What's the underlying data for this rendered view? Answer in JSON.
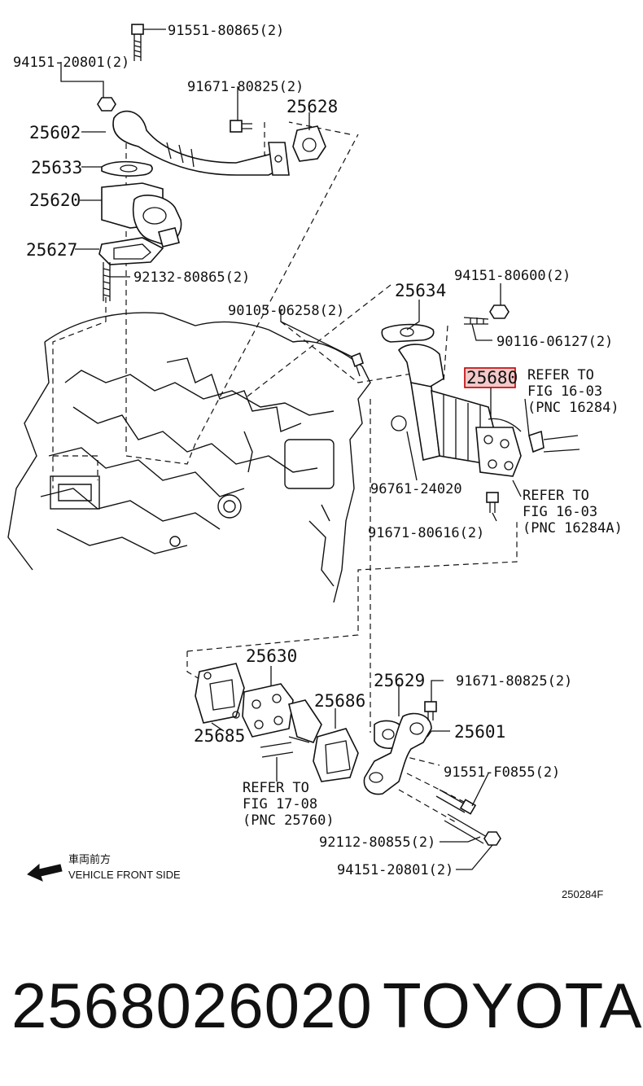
{
  "labels": {
    "l_91551_80865": "91551-80865(2)",
    "l_94151_20801_top": "94151-20801(2)",
    "l_91671_80825_top": "91671-80825(2)",
    "l_25628": "25628",
    "l_25602": "25602",
    "l_25633": "25633",
    "l_25620": "25620",
    "l_25627": "25627",
    "l_92132_80865": "92132-80865(2)",
    "l_25634": "25634",
    "l_94151_80600": "94151-80600(2)",
    "l_90105_06258": "90105-06258(2)",
    "l_90116_06127": "90116-06127(2)",
    "l_25680": "25680",
    "l_refer1_a": "REFER TO",
    "l_refer1_b": "FIG 16-03",
    "l_refer1_c": "(PNC 16284)",
    "l_96761_24020": "96761-24020",
    "l_refer2_a": "REFER TO",
    "l_refer2_b": "FIG 16-03",
    "l_refer2_c": "(PNC 16284A)",
    "l_91671_80616": "91671-80616(2)",
    "l_25630": "25630",
    "l_25629": "25629",
    "l_91671_80825_bot": "91671-80825(2)",
    "l_25686": "25686",
    "l_25685": "25685",
    "l_25601": "25601",
    "l_91551_f0855": "91551-F0855(2)",
    "l_refer3_a": "REFER TO",
    "l_refer3_b": "FIG 17-08",
    "l_refer3_c": "(PNC 25760)",
    "l_92112_80855": "92112-80855(2)",
    "l_94151_20801_bot": "94151-20801(2)",
    "l_front_jp": "車両前方",
    "l_front_en": "VEHICLE FRONT SIDE",
    "l_fig_code": "250284F"
  },
  "footer": {
    "part_number": "2568026020",
    "brand": "TOYOTA"
  },
  "colors": {
    "highlight_fill": "#f3c9c9",
    "highlight_stroke": "#c00000",
    "ink": "#111111"
  }
}
